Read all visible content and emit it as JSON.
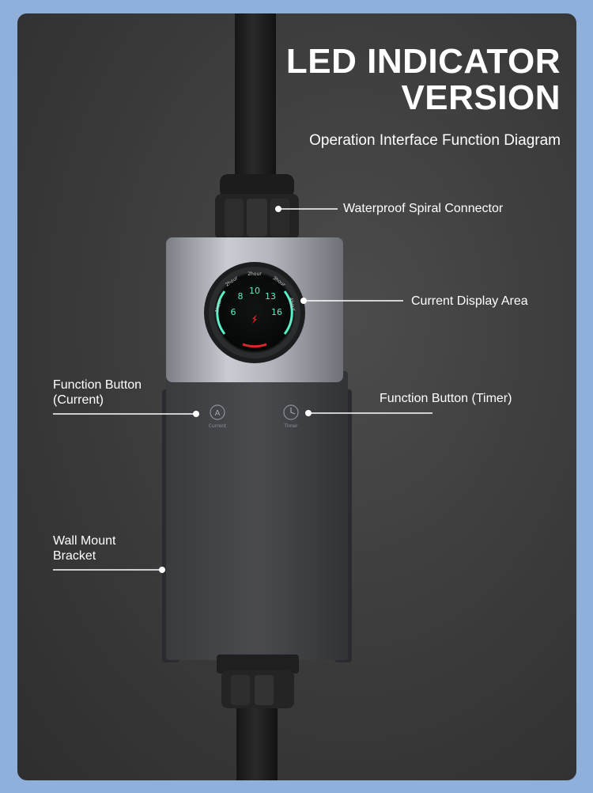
{
  "heading": {
    "line1": "LED INDICATOR",
    "line2": "VERSION"
  },
  "subheading": "Operation Interface Function Diagram",
  "callouts": {
    "connector": "Waterproof Spiral Connector",
    "display": "Current Display Area",
    "current_button": {
      "line1": "Function Button",
      "line2": "(Current)"
    },
    "timer_button": "Function Button (Timer)",
    "bracket": {
      "line1": "Wall Mount",
      "line2": "Bracket"
    }
  },
  "dial": {
    "values": [
      "6",
      "8",
      "10",
      "13",
      "16"
    ],
    "timers": [
      "2hour",
      "2hour",
      "3hour",
      "4hour",
      "1hour"
    ]
  },
  "buttons": {
    "current_glyph": "A",
    "current_caption": "Current",
    "timer_caption": "Timer"
  },
  "colors": {
    "page_bg": "#8fb0da",
    "panel": "#3e3e3e",
    "led": "#59f0c8",
    "charge": "#e0262c"
  }
}
